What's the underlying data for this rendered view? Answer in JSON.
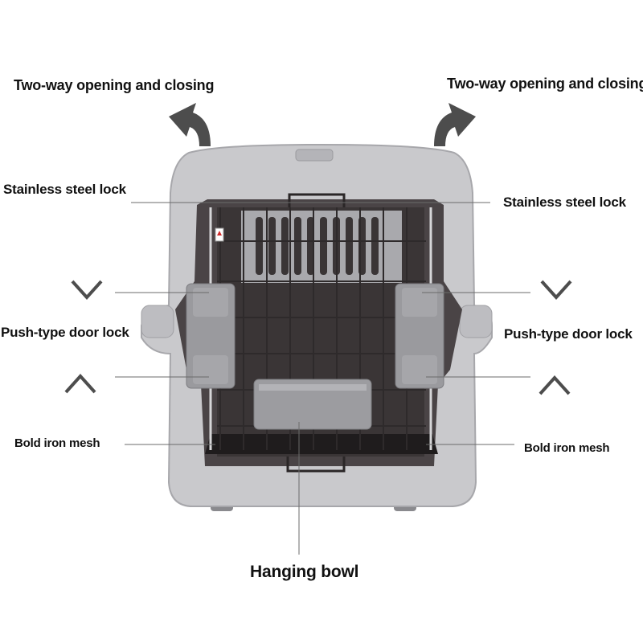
{
  "labels": {
    "two_way_left": "Two-way opening and closing",
    "two_way_right": "Two-way opening and closing",
    "steel_lock_left": "Stainless steel lock",
    "steel_lock_right": "Stainless steel lock",
    "door_lock_left": "Push-type door lock",
    "door_lock_right": "Push-type door lock",
    "iron_mesh_left": "Bold iron mesh",
    "iron_mesh_right": "Bold iron mesh",
    "hanging_bowl": "Hanging bowl"
  },
  "icons": {
    "curved_arrow_left": "curved-arrow-up-left-icon",
    "curved_arrow_right": "curved-arrow-up-right-icon",
    "chevron_down": "chevron-down-icon",
    "chevron_up": "chevron-up-icon"
  },
  "colors": {
    "shell": "#c9c9cc",
    "shell_dark": "#a7a7ab",
    "door_frame": "#4a4446",
    "mesh": "#2e2a2b",
    "icon": "#4d4d4d"
  }
}
